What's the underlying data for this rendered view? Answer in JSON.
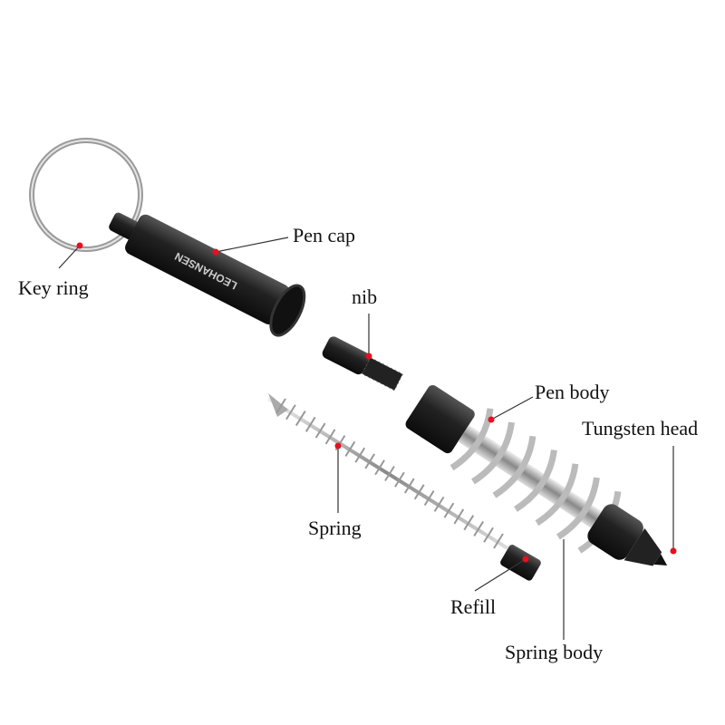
{
  "labels": {
    "key_ring": "Key ring",
    "pen_cap": "Pen cap",
    "nib": "nib",
    "pen_body": "Pen body",
    "tungsten_head": "Tungsten head",
    "spring": "Spring",
    "refill": "Refill",
    "spring_body": "Spring body"
  },
  "logo": "LEOHANSEN",
  "colors": {
    "marker": "#e8101e",
    "leader_line": "#333333",
    "metal_black": "#1c1c1c"
  }
}
